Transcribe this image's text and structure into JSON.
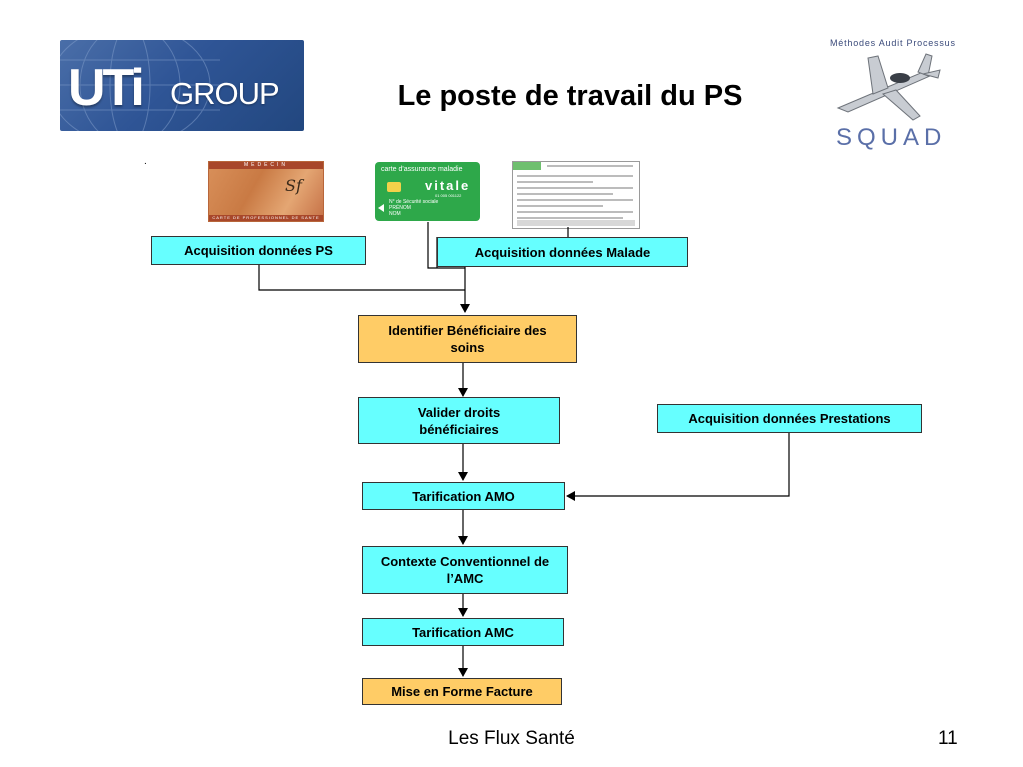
{
  "header": {
    "logo_left": {
      "main": "UTi",
      "secondary": "GROUP",
      "mark": "."
    },
    "title": "Le poste de travail du PS",
    "logo_right": {
      "tagline": "Méthodes Audit Processus",
      "wordmark": "SQUAD"
    }
  },
  "cards": {
    "medecin": {
      "top_strip": "MEDECIN",
      "bottom_strip": "CARTE DE PROFESSIONNEL DE SANTE"
    },
    "vitale": {
      "line1": "carte d'assurance maladie",
      "brand": "vitale",
      "line3": "01 005 001122",
      "line4": "N° de Sécurité sociale\nPRÉNOM\nNOM"
    },
    "form": {}
  },
  "flow": {
    "acq_ps": "Acquisition données PS",
    "acq_malade": "Acquisition données Malade",
    "identifier": "Identifier Bénéficiaire des soins",
    "valider": "Valider droits bénéficiaires",
    "acq_prestations": "Acquisition données Prestations",
    "tarif_amo": "Tarification AMO",
    "contexte": "Contexte Conventionnel de l’AMC",
    "tarif_amc": "Tarification AMC",
    "mise_en_forme": "Mise en Forme Facture"
  },
  "footer": {
    "text": "Les Flux Santé",
    "page": "11"
  },
  "colors": {
    "box_cyan": "#66ffff",
    "box_orange": "#ffcc66",
    "uti_blue": "#2f5596",
    "vitale_green": "#2ea84a"
  }
}
